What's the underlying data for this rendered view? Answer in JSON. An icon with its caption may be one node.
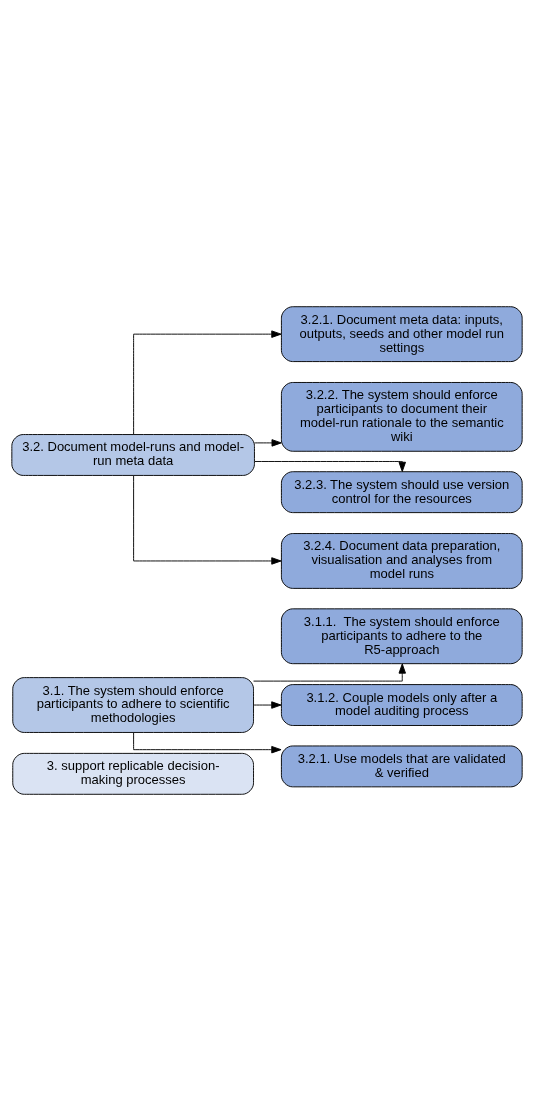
{
  "diagram": {
    "nodes": [
      {
        "text": [
          "3. support replicable decision-making processes"
        ]
      },
      {
        "text": [
          "3.1. The system should enforce participants to adhere to scientific methodologies"
        ]
      },
      {
        "text": [
          "3.1.1.  The system should enforce participants to adhere to the R5-approach"
        ]
      },
      {
        "text": [
          "3.1.2. Couple models only after a model auditing process"
        ]
      },
      {
        "text": [
          "3.2.1. Use models that are validated & verified"
        ]
      },
      {
        "text": [
          "3.2. Document model-runs and model-run meta data"
        ]
      },
      {
        "text": [
          "3.2.1. Document meta data: inputs, outputs, seeds and other model run settings"
        ]
      },
      {
        "text": [
          "3.2.2. The system should enforce participants to document their model-run rationale to the semantic wiki"
        ]
      },
      {
        "text": [
          "3.2.3. The system should use version control for the resources"
        ]
      },
      {
        "text": [
          "3.2.4. Document data preparation, visualisation and analyses from model runs"
        ]
      }
    ],
    "edges": [
      {
        "from": 1,
        "to": 2,
        "arrow": "to"
      },
      {
        "from": 1,
        "to": 3,
        "arrow": "to"
      },
      {
        "from": 1,
        "to": 4,
        "arrow": "to"
      },
      {
        "from": 5,
        "to": 6,
        "arrow": "to"
      },
      {
        "from": 5,
        "to": 7,
        "arrow": "to"
      },
      {
        "from": 5,
        "to": 8,
        "arrow": "to"
      },
      {
        "from": 5,
        "to": 9,
        "arrow": "to"
      }
    ]
  }
}
